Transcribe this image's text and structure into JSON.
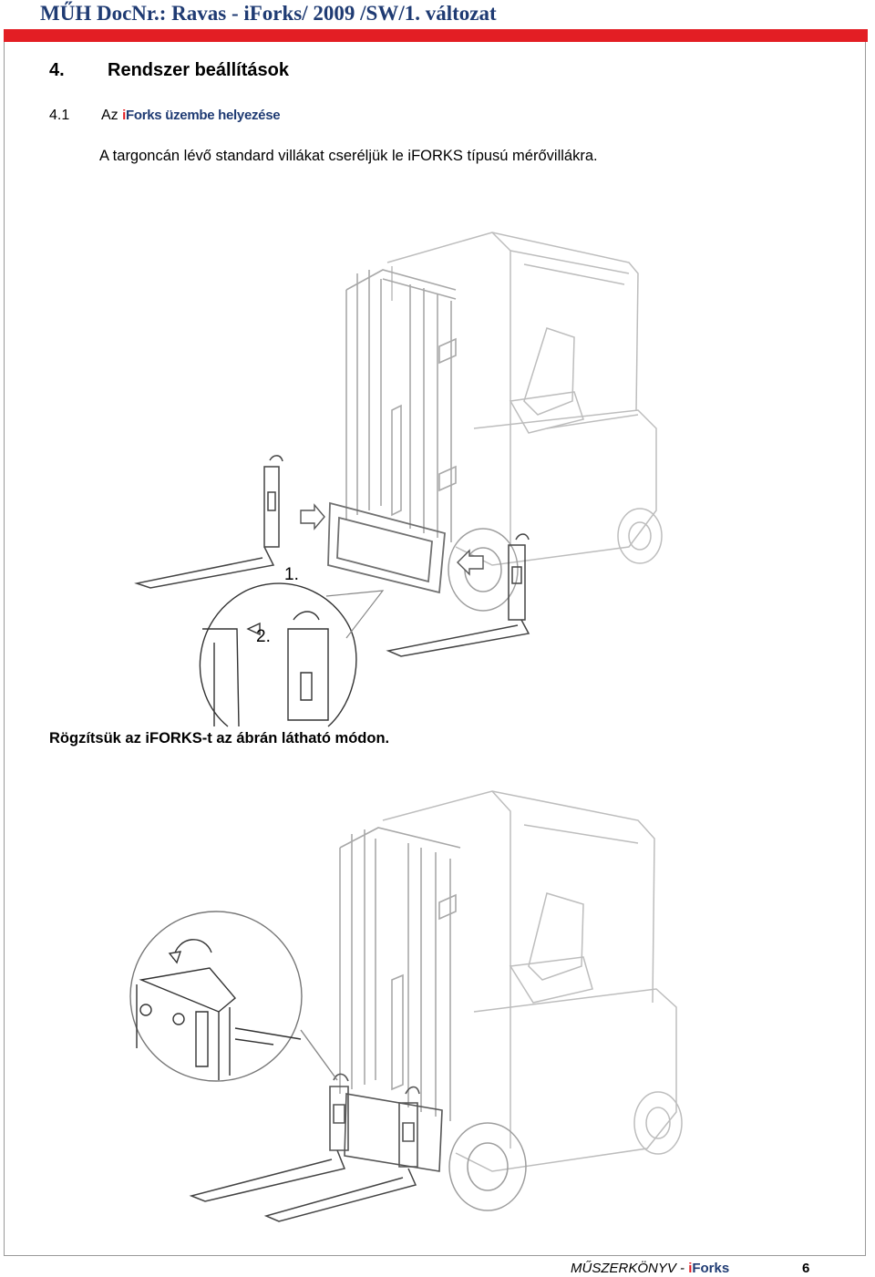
{
  "header": {
    "title": "MŰH DocNr.: Ravas - iForks/ 2009 /SW/1. változat",
    "accent_color": "#e31e24",
    "title_color": "#1f3b73"
  },
  "section": {
    "number": "4.",
    "title": "Rendszer beállítások"
  },
  "subsection": {
    "number": "4.1",
    "prefix": "Az",
    "brand_i": "i",
    "brand_rest": "Forks üzembe helyezése"
  },
  "paragraphs": {
    "intro": "A targoncán lévő standard villákat cseréljük le iFORKS típusú mérővillákra.",
    "fix": "Rögzítsük az iFORKS-t az ábrán látható módon."
  },
  "figure1": {
    "step1": "1.",
    "step2": "2."
  },
  "footer": {
    "book": "MŰSZERKÖNYV -",
    "brand_i": "i",
    "brand_rest": "Forks",
    "page": "6"
  }
}
